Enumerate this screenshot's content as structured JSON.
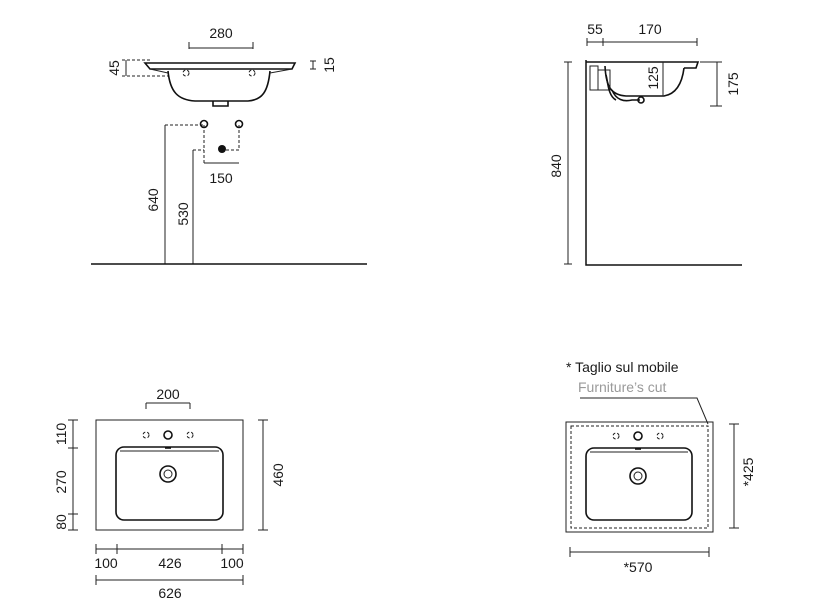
{
  "front_elevation": {
    "dims": {
      "width_top": "280",
      "height_left": "45",
      "height_right": "15",
      "valve_spacing": "150",
      "valve_height": "640",
      "drain_height": "530"
    }
  },
  "side_elevation": {
    "dims": {
      "offset": "55",
      "depth": "170",
      "bowl_height": "125",
      "total_height": "175",
      "floor_height": "840"
    }
  },
  "plan_view": {
    "dims": {
      "tap_spacing": "200",
      "row_top": "110",
      "row_mid": "270",
      "row_bottom": "80",
      "depth": "460",
      "left_margin": "100",
      "bowl_width": "426",
      "right_margin": "100",
      "overall_width": "626"
    }
  },
  "cutout_view": {
    "note_title": "* Taglio sul mobile",
    "note_subtitle": "Furniture’s cut",
    "dims": {
      "depth": "*425",
      "width": "*570"
    }
  }
}
